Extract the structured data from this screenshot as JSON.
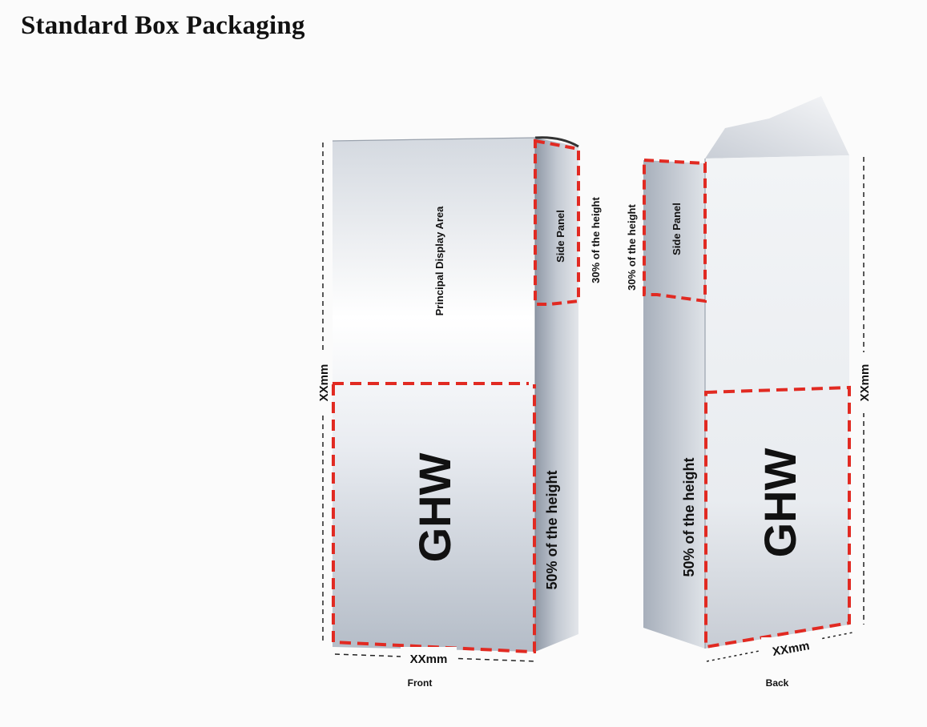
{
  "title": "Standard Box Packaging",
  "colors": {
    "guide_dash": "#e12a22",
    "dimension_line": "#222222"
  },
  "front": {
    "pda_label": "Principal Display Area",
    "side_panel_label": "Side Panel",
    "side_panel_note": "30% of the height",
    "brand_label": "GHW",
    "brand_area_note": "50% of the height",
    "height_dimension": "XXmm",
    "width_dimension": "XXmm",
    "caption": "Front"
  },
  "back": {
    "side_panel_label": "Side Panel",
    "side_panel_note": "30% of the height",
    "brand_label": "GHW",
    "brand_area_note": "50% of the height",
    "height_dimension": "XXmm",
    "width_dimension": "XXmm",
    "caption": "Back"
  }
}
